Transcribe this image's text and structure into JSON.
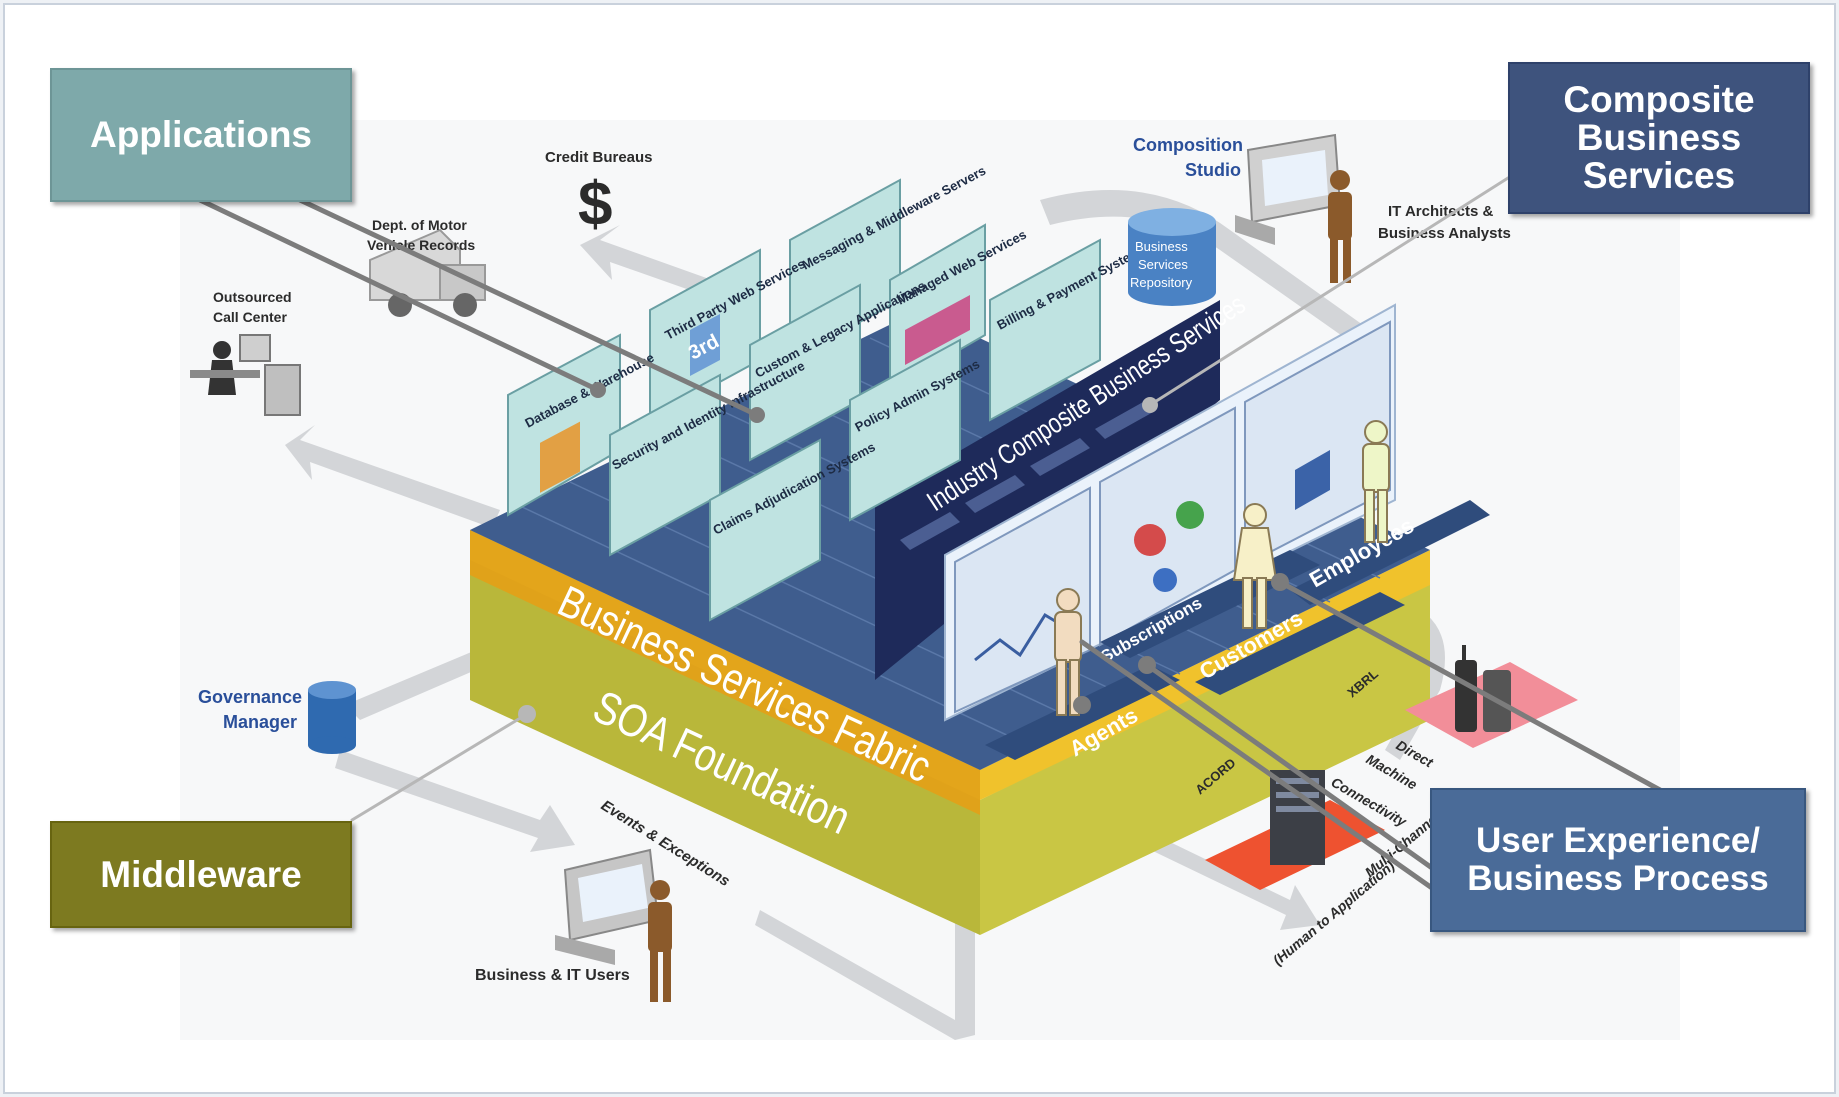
{
  "callouts": {
    "applications": "Applications",
    "composite": "Composite\nBusiness\nServices",
    "middleware": "Middleware",
    "ux": "User Experience/\nBusiness Process"
  },
  "labels": {
    "credit_bureaus": "Credit Bureaus",
    "dmv": [
      "Dept. of Motor",
      "Vehicle Records"
    ],
    "call_center": [
      "Outsourced",
      "Call Center"
    ],
    "composition_studio": [
      "Composition",
      "Studio"
    ],
    "it_architects": [
      "IT Architects &",
      "Business Analysts"
    ],
    "repository": [
      "Business",
      "Services",
      "Repository"
    ],
    "governance": [
      "Governance",
      "Manager"
    ],
    "business_users": "Business & IT Users",
    "events": "Events & Exceptions",
    "xbrl": "XBRL",
    "acord": "ACORD",
    "direct_connect": [
      "Direct",
      "Machine",
      "Connectivity"
    ],
    "multi_channel": [
      "Multi-Channel",
      "(Human to Application)"
    ]
  },
  "layers": {
    "fabric": "Business Services Fabric",
    "foundation": "SOA Foundation",
    "industry_services": "Industry Composite Business Services"
  },
  "apps": [
    "Database & Warehouse",
    "Third Party Web Services",
    "Messaging & Middleware Servers",
    "Managed Web Services",
    "Billing & Payment Systems",
    "Security and Identity Infrastructure",
    "Custom & Legacy Applications",
    "Claims Adjudication Systems",
    "Policy Admin Systems"
  ],
  "badge_3rd": "3rd",
  "portals": [
    "Agents",
    "Subscriptions",
    "Customers",
    "Employees"
  ],
  "colors": {
    "applications": "#7ea9aa",
    "composite": "#3e537d",
    "middleware": "#7d7a20",
    "ux": "#4a6b98",
    "fabric": "#e3a51b",
    "foundation": "#b9b73a",
    "platform_top": "#3f5d8e",
    "panel": "#bfe3e1"
  }
}
